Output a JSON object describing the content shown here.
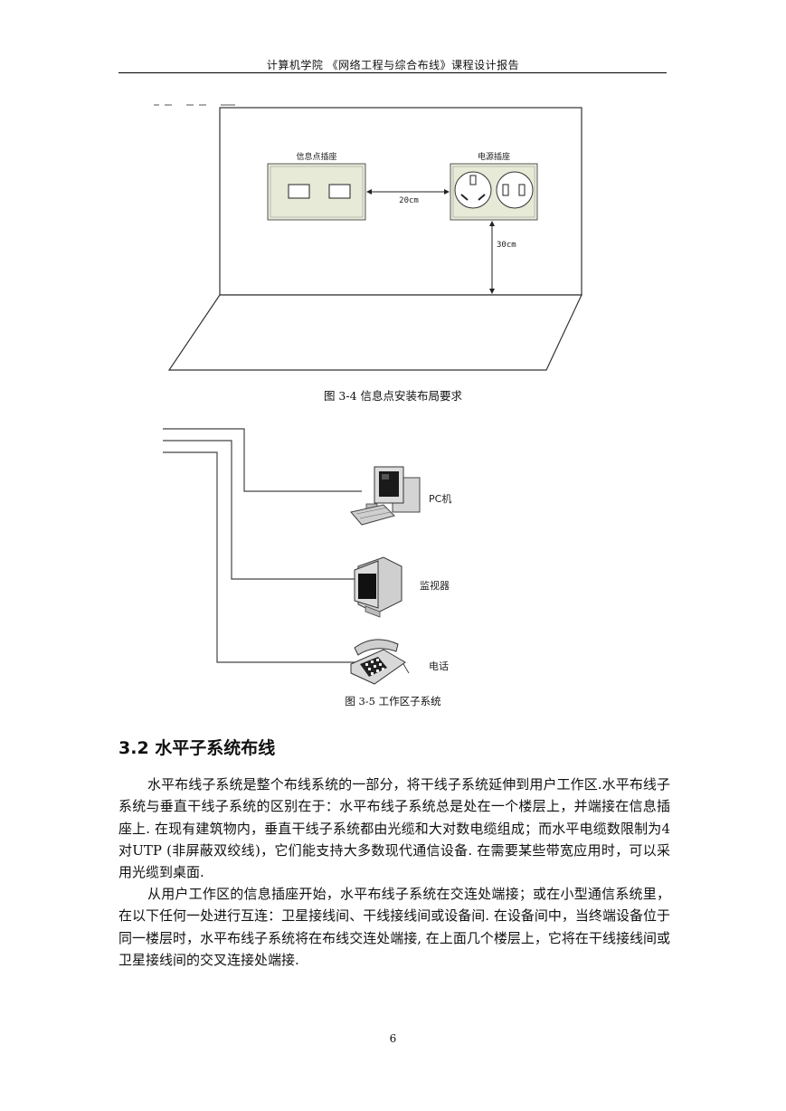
{
  "header": {
    "text": "计算机学院  《网络工程与综合布线》课程设计报告"
  },
  "figure_34": {
    "caption": "图 3-4 信息点安装布局要求",
    "info_outlet_label": "信息点插座",
    "power_outlet_label": "电源插座",
    "horizontal_distance": "20cm",
    "vertical_distance": "30cm"
  },
  "figure_35": {
    "caption": "图 3-5 工作区子系统",
    "devices": [
      "PC机",
      "监视器",
      "电话"
    ]
  },
  "section": {
    "heading": "3.2 水平子系统布线",
    "paragraphs": [
      "水平布线子系统是整个布线系统的一部分，将干线子系统延伸到用户工作区.水平布线子系统与垂直干线子系统的区别在于：水平布线子系统总是处在一个楼层上，并端接在信息插座上. 在现有建筑物内，垂直干线子系统都由光缆和大对数电缆组成；而水平电缆数限制为4对UTP (非屏蔽双绞线)，它们能支持大多数现代通信设备. 在需要某些带宽应用时，可以采用光缆到桌面.",
      "从用户工作区的信息插座开始，水平布线子系统在交连处端接；或在小型通信系统里，在以下任何一处进行互连：卫星接线间、干线接线间或设备间. 在设备间中，当终端设备位于同一楼层时，水平布线子系统将在布线交连处端接, 在上面几个楼层上，它将在干线接线间或卫星接线间的交叉连接处端接."
    ]
  },
  "page_number": "6"
}
